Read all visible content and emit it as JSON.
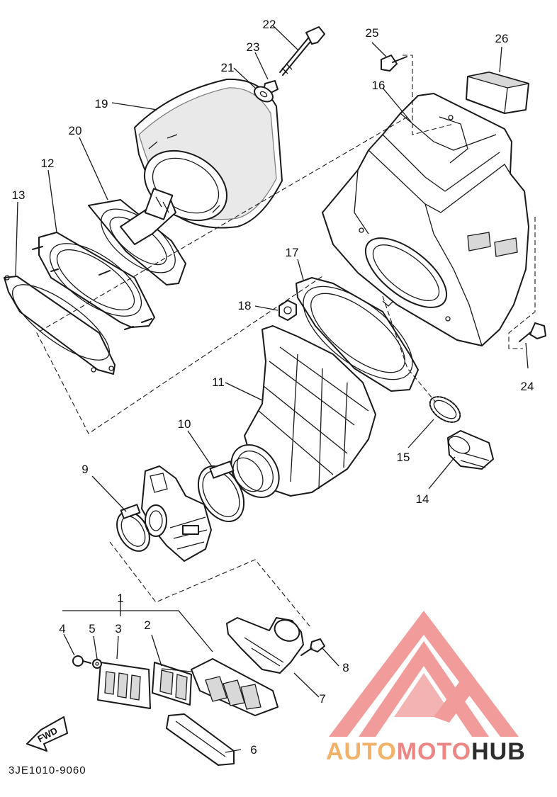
{
  "diagram": {
    "drawing_code": "3JE1010-9060",
    "direction_label": "FWD",
    "callouts": [
      "1",
      "2",
      "3",
      "4",
      "5",
      "6",
      "7",
      "8",
      "9",
      "10",
      "11",
      "12",
      "13",
      "14",
      "15",
      "16",
      "17",
      "18",
      "19",
      "20",
      "21",
      "22",
      "23",
      "24",
      "25",
      "26"
    ]
  },
  "watermark": {
    "part1": "AUTO",
    "part2": "MOTO",
    "part3": "HUB",
    "colors": {
      "logo": "#f08a8a",
      "auto": "#f2b26a",
      "moto": "#ee8686",
      "hub": "#2d2d2d"
    }
  }
}
